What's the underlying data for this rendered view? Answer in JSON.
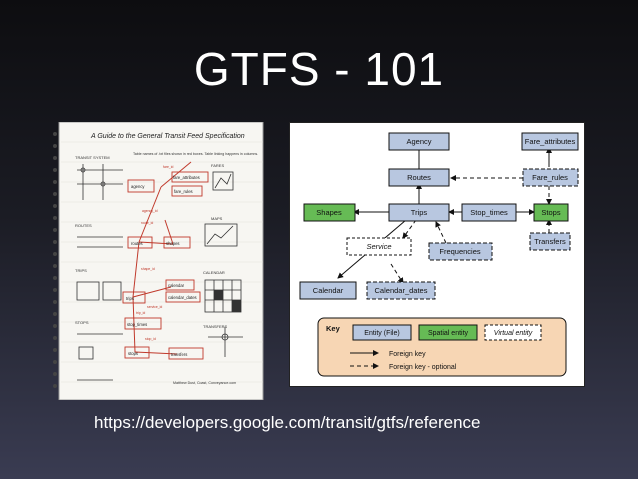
{
  "slide": {
    "title": "GTFS - 101",
    "url": "https://developers.google.com/transit/gtfs/reference"
  },
  "sketch": {
    "heading": "A Guide to the General Transit Feed Specification",
    "subheading": "Table names of .txt files shown in red boxes. Table linking happens in columns.",
    "margin_labels": [
      "TRANSIT SYSTEM",
      "ROUTES",
      "TRIPS",
      "STOPS"
    ],
    "right_labels": [
      "FARES",
      "MAPS",
      "CALENDAR",
      "TRANSFERS"
    ],
    "boxes": [
      "agency",
      "routes",
      "trips",
      "shapes",
      "stops",
      "stop_times",
      "fare_attributes",
      "fare_rules",
      "calendar",
      "calendar_dates",
      "transfers"
    ],
    "link_labels": [
      "agency_id",
      "route_id",
      "shape_id",
      "trip_id",
      "service_id",
      "stop_id",
      "fare_id"
    ],
    "signature": "Matthew Dust, Coast, Conveyance.com"
  },
  "diagram": {
    "nodes": {
      "agency": "Agency",
      "fare_attributes": "Fare_attributes",
      "routes": "Routes",
      "fare_rules": "Fare_rules",
      "shapes": "Shapes",
      "trips": "Trips",
      "stop_times": "Stop_times",
      "stops": "Stops",
      "service": "Service",
      "frequencies": "Frequencies",
      "transfers": "Transfers",
      "calendar": "Calendar",
      "calendar_dates": "Calendar_dates"
    },
    "key": {
      "title": "Key",
      "entity_file": "Entity (File)",
      "spatial_entity": "Spatial entity",
      "virtual_entity": "Virtual entity",
      "foreign_key": "Foreign key",
      "foreign_key_optional": "Foreign key - optional"
    },
    "colors": {
      "entity": "#b8c7e0",
      "spatial": "#66bb55",
      "virtual": "#ffffff",
      "key_bg": "#f7d6b4"
    }
  }
}
